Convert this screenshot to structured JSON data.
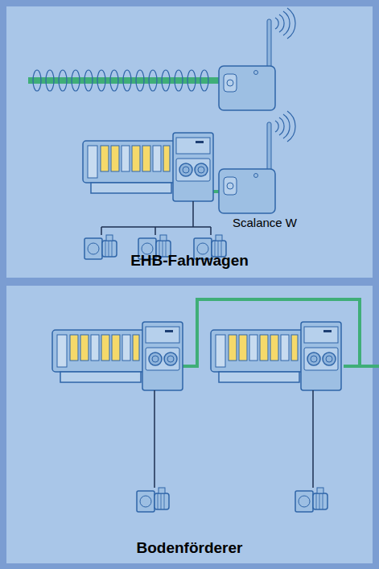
{
  "diagram": {
    "nodes": [
      {
        "text": [
          "EHB-Fahrwagen"
        ]
      },
      {
        "text": [
          "Bodenförderer"
        ]
      }
    ],
    "labels": [
      "Scalance W"
    ]
  }
}
